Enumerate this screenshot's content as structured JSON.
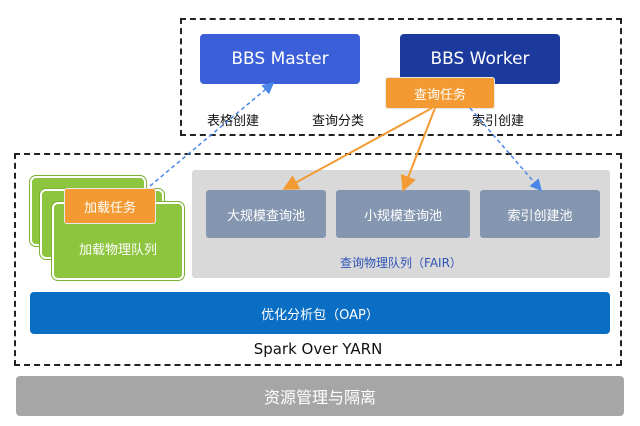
{
  "top": {
    "master": "BBS Master",
    "worker": "BBS Worker",
    "query_task": "查询任务",
    "labels": {
      "table_create": "表格创建",
      "query_classify": "查询分类",
      "index_create": "索引创建"
    }
  },
  "left": {
    "load_task": "加载任务",
    "load_queue": "加载物理队列"
  },
  "pools": {
    "large": "大规模查询池",
    "small": "小规模查询池",
    "index": "索引创建池",
    "label": "查询物理队列（FAIR）"
  },
  "oap": "优化分析包（OAP）",
  "spark": "Spark Over YARN",
  "resource": "资源管理与隔离",
  "colors": {
    "master": "#3b5fd9",
    "worker": "#1c3a9e",
    "task": "#f39a32",
    "green": "#8dc53e",
    "pool": "#8496b0",
    "oap": "#0a6fc4",
    "resource": "#a6a6a6",
    "arrow_orange": "#f39a32",
    "arrow_blue": "#4a86e8"
  }
}
